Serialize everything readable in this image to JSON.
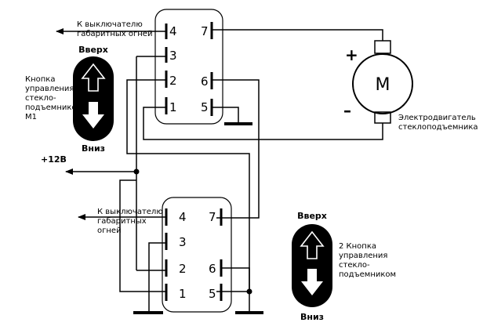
{
  "top_switch": {
    "pins": [
      "4",
      "3",
      "2",
      "1",
      "7",
      "6",
      "5"
    ],
    "label_lines": [
      "Кнопка",
      "управления",
      "стекло-",
      "подъемником",
      "М1"
    ],
    "up_label": "Вверх",
    "down_label": "Вниз",
    "out_lines": [
      "К выключателю",
      "габаритных огней"
    ]
  },
  "bottom_switch": {
    "pins": [
      "4",
      "3",
      "2",
      "1",
      "7",
      "6",
      "5"
    ],
    "label_lines": [
      "2 Кнопка",
      "управления",
      "стекло-",
      "подъемником"
    ],
    "up_label": "Вверх",
    "down_label": "Вниз",
    "out_lines": [
      "К выключателю",
      "габаритных",
      "огней"
    ]
  },
  "motor": {
    "letter": "M",
    "plus": "+",
    "minus": "–",
    "label_lines": [
      "Электродвигатель",
      "стеклоподъемника"
    ]
  },
  "supply": {
    "label": "+12В"
  }
}
